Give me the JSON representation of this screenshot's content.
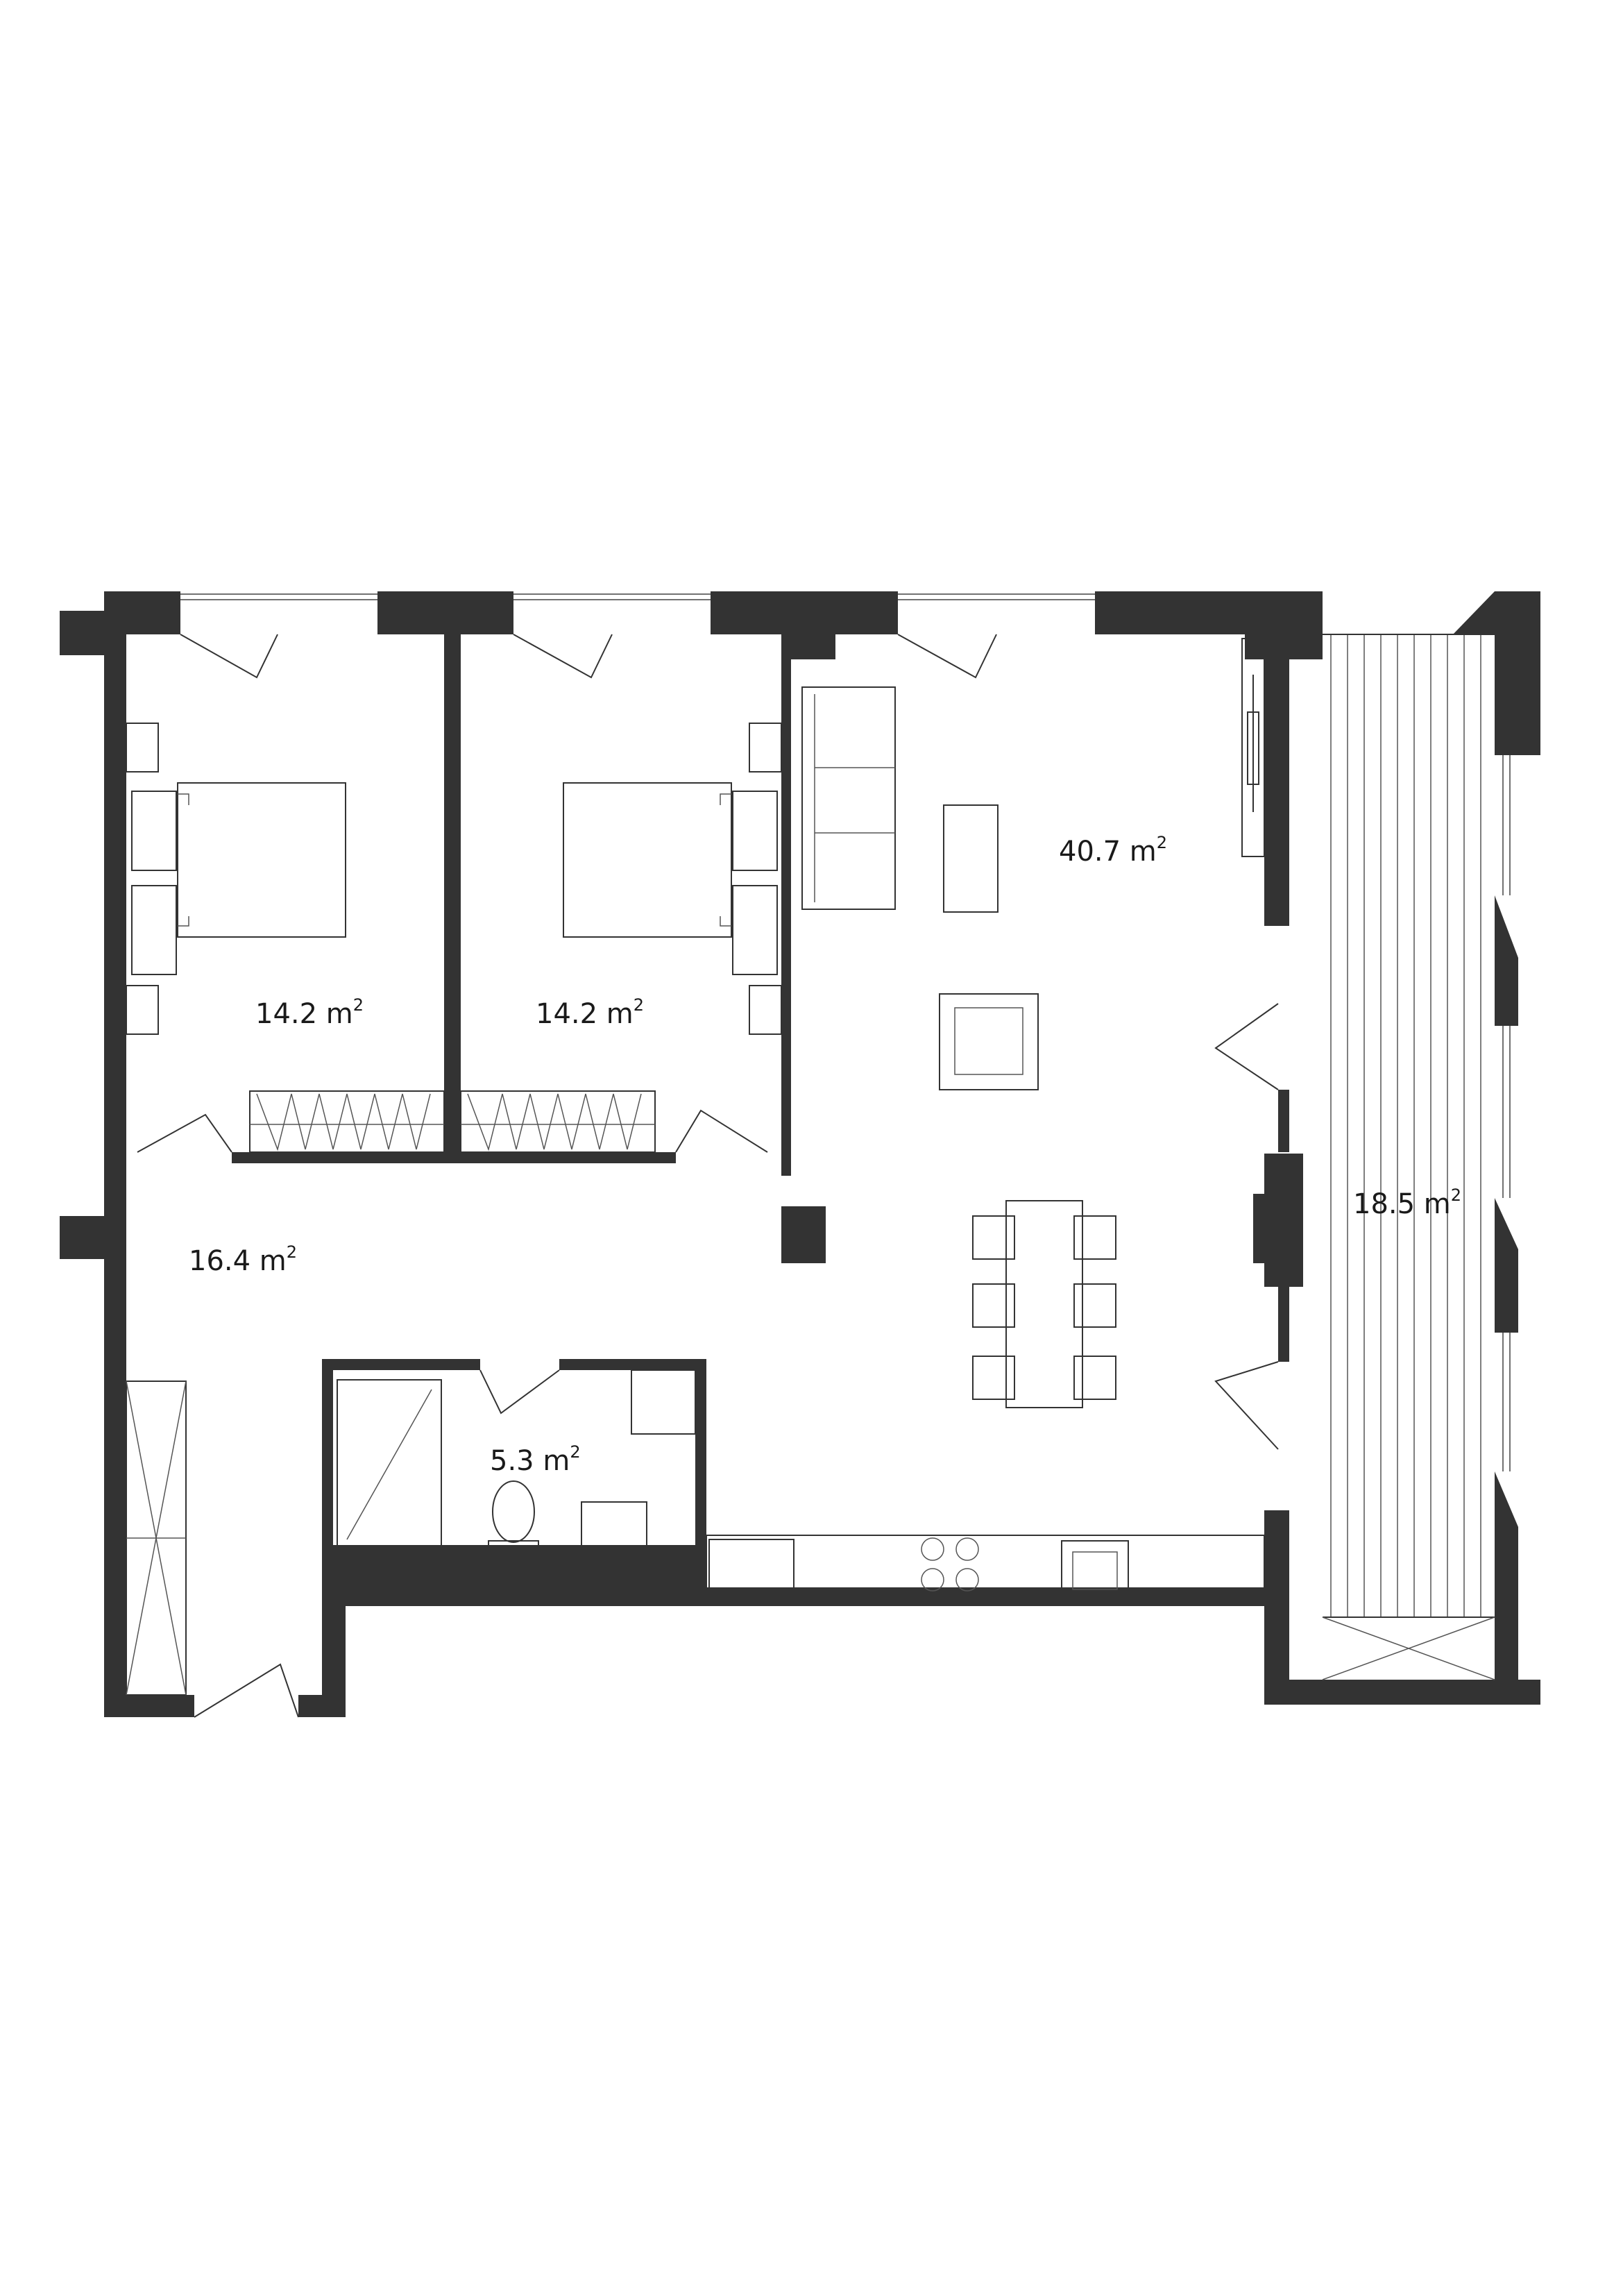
{
  "rooms": [
    {
      "id": "bedroom-1",
      "area": "14.2",
      "unit": "m",
      "exponent": "2"
    },
    {
      "id": "bedroom-2",
      "area": "14.2",
      "unit": "m",
      "exponent": "2"
    },
    {
      "id": "living-kitchen",
      "area": "40.7",
      "unit": "m",
      "exponent": "2"
    },
    {
      "id": "hallway",
      "area": "16.4",
      "unit": "m",
      "exponent": "2"
    },
    {
      "id": "bathroom",
      "area": "5.3",
      "unit": "m",
      "exponent": "2"
    },
    {
      "id": "balcony",
      "area": "18.5",
      "unit": "m",
      "exponent": "2"
    }
  ],
  "colors": {
    "wall": "#333333",
    "line": "#333333",
    "background": "#ffffff"
  }
}
